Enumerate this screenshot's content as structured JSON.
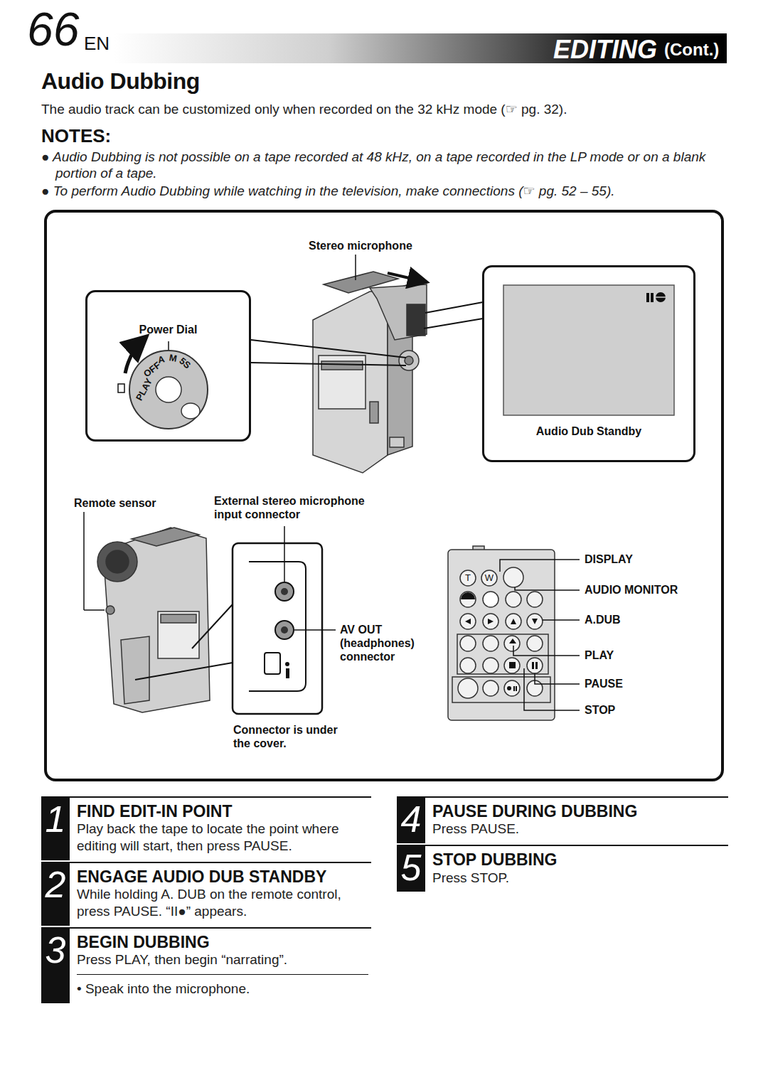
{
  "diagram": {
    "title": "Audio Dubbing",
    "nodes": [
      {
        "text": [
          "Power Dial"
        ]
      },
      {
        "text": [
          "Audio Dub Standby"
        ]
      },
      {
        "text": [
          "1",
          "FIND EDIT-IN POINT",
          "Play back the tape to locate the point where editing will start, then press PAUSE."
        ]
      },
      {
        "text": [
          "2",
          "ENGAGE AUDIO DUB STANDBY",
          "While holding A. DUB on the remote control, press PAUSE. “II●” appears."
        ]
      },
      {
        "text": [
          "3",
          "BEGIN DUBBING",
          "Press PLAY, then begin “narrating”.",
          "• Speak into the microphone."
        ]
      },
      {
        "text": [
          "4",
          "PAUSE DURING DUBBING",
          "Press PAUSE."
        ]
      },
      {
        "text": [
          "5",
          "STOP DUBBING",
          "Press STOP."
        ]
      }
    ],
    "labels": [
      "66",
      "EN",
      "EDITING",
      "(Cont.)",
      "The audio track can be customized only when recorded on the 32 kHz mode (☞ pg. 32).",
      "NOTES:",
      "● Audio Dubbing is not possible on a tape recorded at 48 kHz, on a tape recorded in the LP mode or on a blank portion of a tape.",
      "● To perform Audio Dubbing while watching in the television, make connections (☞ pg. 52 – 55).",
      "Stereo microphone",
      "PLAY",
      "OFF",
      "A",
      "M",
      "5S",
      "Remote sensor",
      "External stereo microphone input connector",
      "AV OUT (headphones) connector",
      "Connector is under the cover.",
      "T",
      "W",
      "DISPLAY",
      "AUDIO MONITOR",
      "A.DUB",
      "PLAY",
      "PAUSE",
      "STOP"
    ]
  }
}
